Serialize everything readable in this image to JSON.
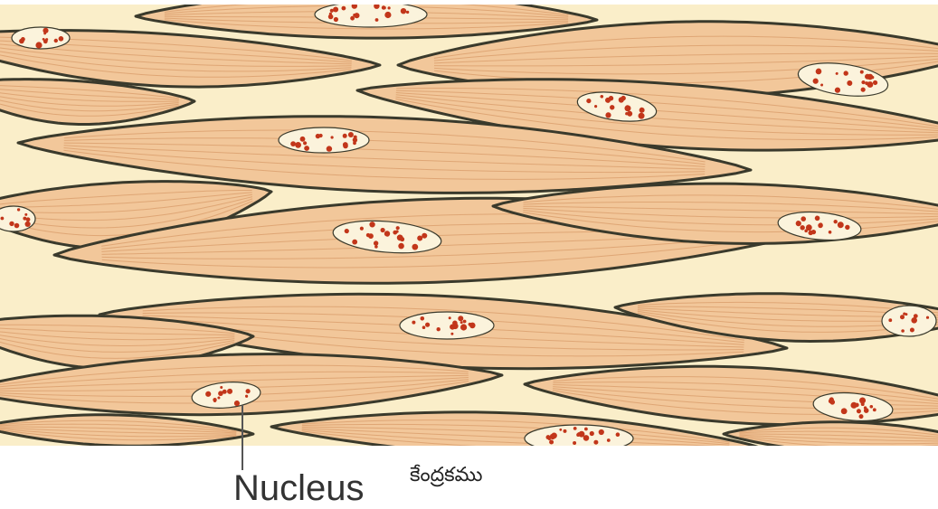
{
  "figure": {
    "subject": "smooth muscle tissue",
    "labels": {
      "nucleus_en": "Nucleus",
      "nucleus_te": "కేంద్రకము"
    },
    "colors": {
      "background": "#faeec9",
      "cell_fill": "#f2c79a",
      "cell_outline": "#3a3a2c",
      "striation": "#d99e6b",
      "nucleus_fill": "#fbf3dc",
      "nucleus_dots": "#c2361a",
      "leader_line": "#555555"
    }
  }
}
